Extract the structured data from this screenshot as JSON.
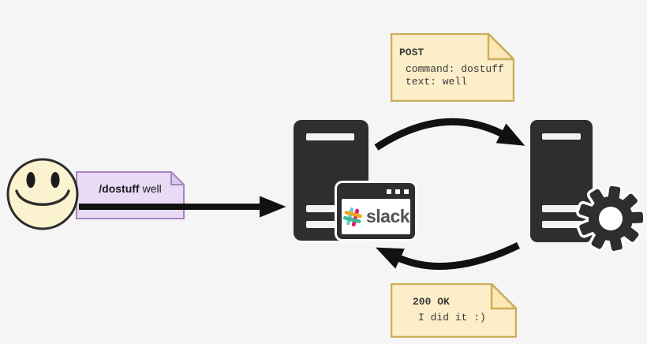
{
  "background_color": "#f5f5f5",
  "user": {
    "icon": "smiley-face",
    "face_fill": "#fbf2cf"
  },
  "slash_command_note": {
    "command": "/dostuff",
    "argument": "well",
    "fill": "#e9daf5",
    "border": "#a585c1"
  },
  "request_note": {
    "title": "POST",
    "lines": [
      "command: dostuff",
      "text: well"
    ],
    "fill": "#fceec9",
    "border": "#cbad5c"
  },
  "response_note": {
    "title": "200 OK",
    "lines": [
      "I did it :)"
    ],
    "fill": "#fceec9",
    "border": "#cbad5c"
  },
  "slack_window": {
    "brand": "slack",
    "brand_color": "#4f5356",
    "logo_colors": {
      "blue": "#70cadb",
      "yellow": "#e8a723",
      "green": "#3eb890",
      "raspberry": "#e01765"
    }
  },
  "servers": {
    "fill": "#2e2e2e"
  },
  "arrows": {
    "color": "#111111"
  }
}
